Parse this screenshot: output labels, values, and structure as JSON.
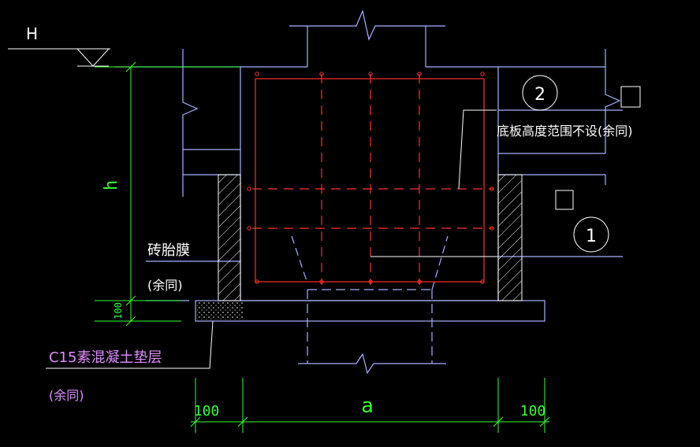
{
  "colors": {
    "background": "#000000",
    "structure": "#a8b0ff",
    "rebar": "#ff3030",
    "dimension": "#33ff33",
    "label": "#e08cff",
    "white": "#ffffff"
  },
  "labels": {
    "water_level": "H",
    "depth": "h",
    "brick_mold": "砖胎膜",
    "brick_mold_note": "(余同)",
    "cushion_thk": "100",
    "cushion": "C15素混凝土垫层",
    "cushion_note": "(余同)",
    "bottom_plate_note": "底板高度范围不设(余同)",
    "callout_1": "1",
    "callout_2": "2",
    "dim_left": "100",
    "dim_mid": "a",
    "dim_right": "100"
  }
}
